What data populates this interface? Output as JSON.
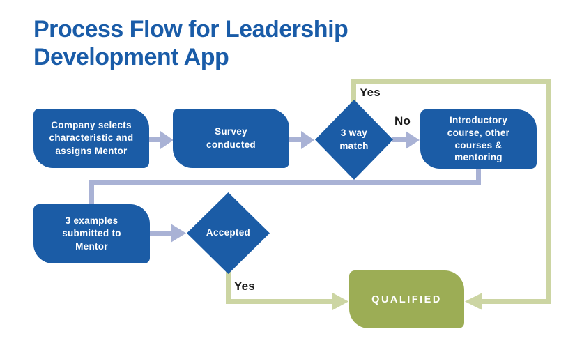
{
  "title": {
    "line1": "Process Flow for Leadership",
    "line2": "Development App"
  },
  "nodes": {
    "company": {
      "label": "Company selects\ncharacteristic and\nassigns Mentor"
    },
    "survey": {
      "label": "Survey\nconducted"
    },
    "match": {
      "label": "3 way\nmatch"
    },
    "intro": {
      "label": "Introductory\ncourse, other\ncourses &\nmentoring"
    },
    "examples": {
      "label": "3 examples\nsubmitted to\nMentor"
    },
    "accepted": {
      "label": "Accepted"
    },
    "qualified": {
      "label": "QUALIFIED"
    }
  },
  "edge_labels": {
    "yes_top": "Yes",
    "no": "No",
    "yes_bottom": "Yes"
  },
  "colors": {
    "node_blue": "#1b5ca6",
    "title_blue": "#1a5ca8",
    "qualified_green": "#9cad55",
    "connector_green": "#ccd5a3",
    "connector_lavender": "#a9b2d5",
    "label_black": "#1a1a1a",
    "node_text": "#ffffff"
  }
}
